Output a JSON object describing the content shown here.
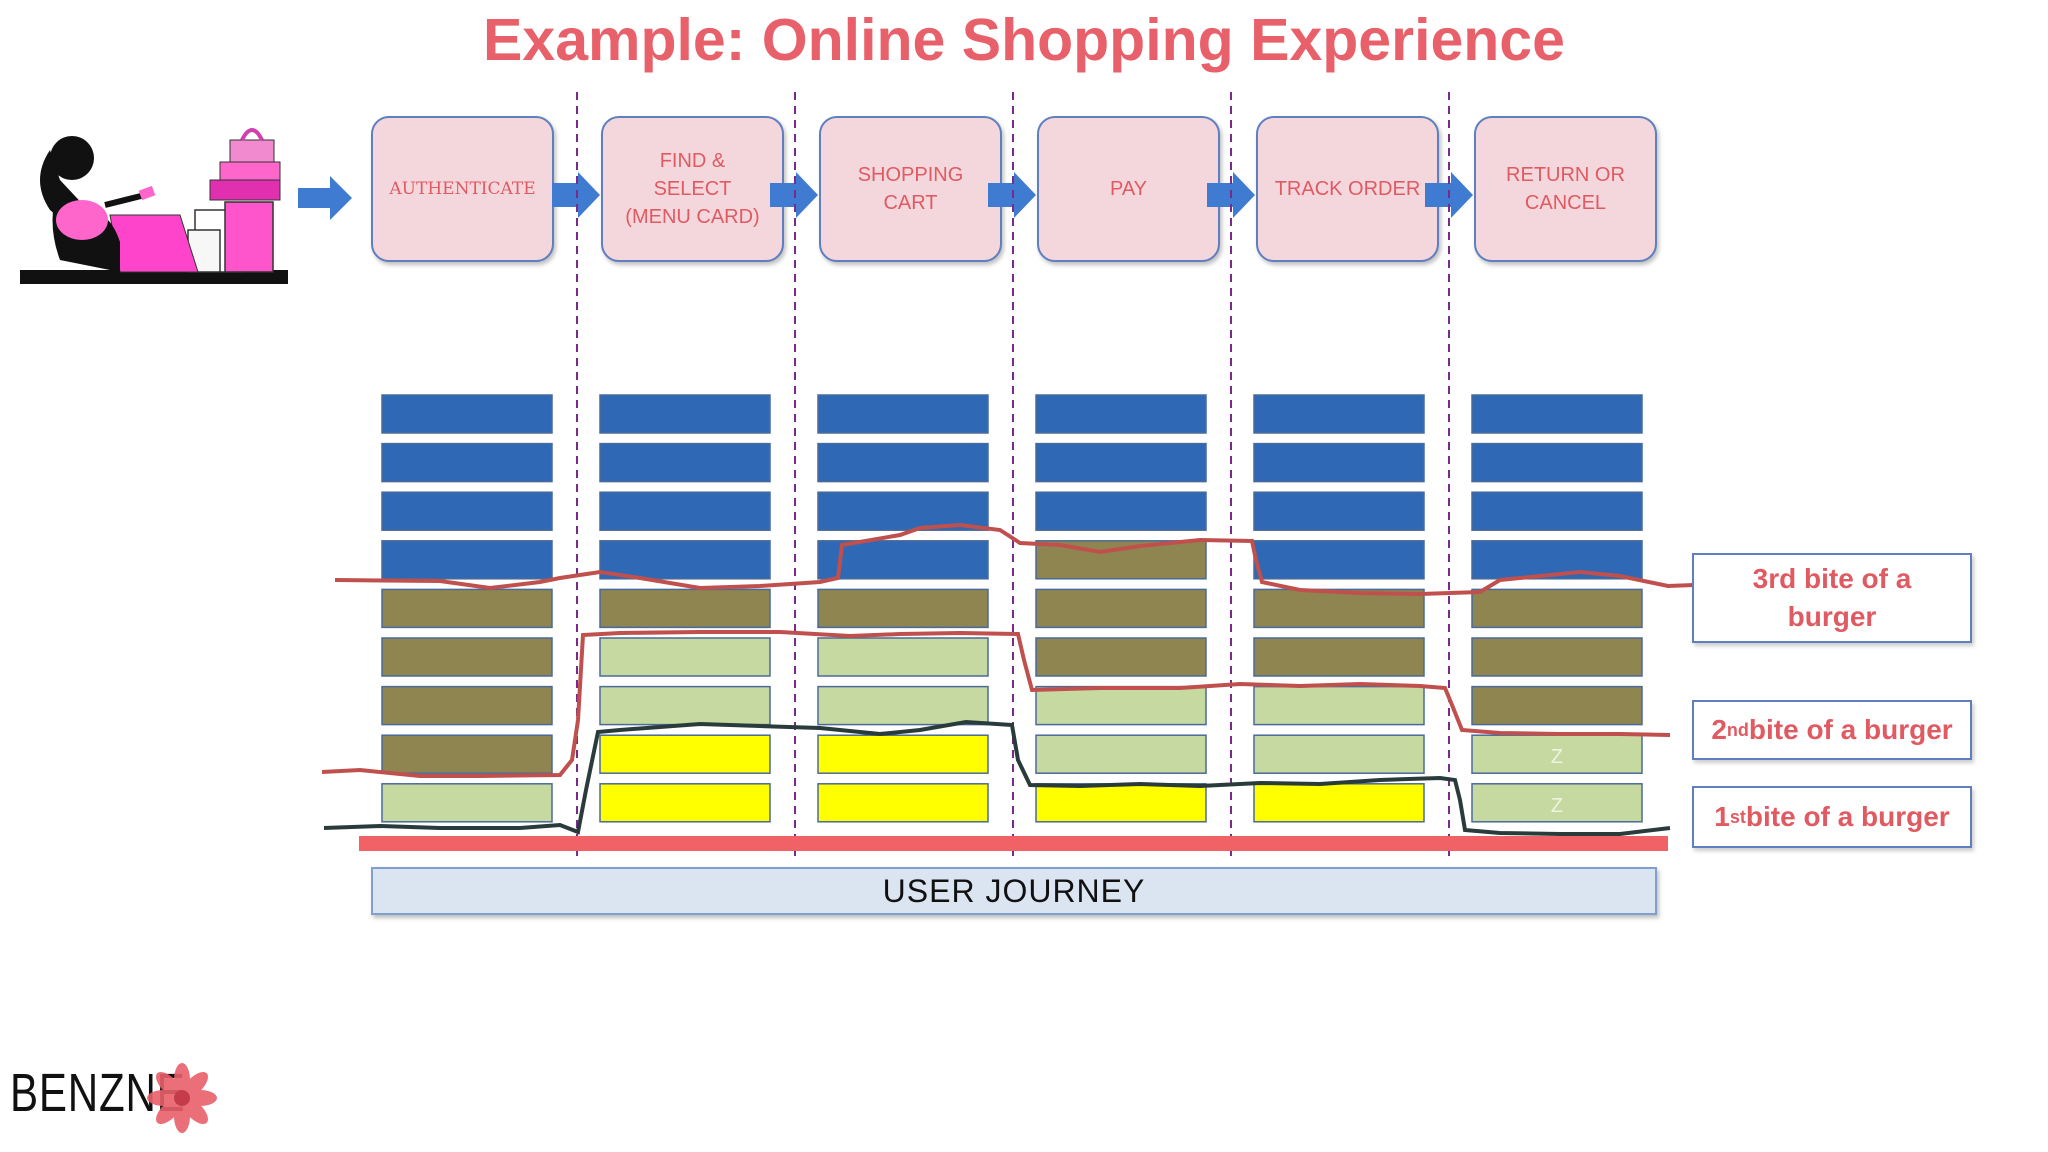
{
  "title": "Example: Online Shopping Experience",
  "stages": [
    {
      "label": "AUTHENTICATE"
    },
    {
      "label": "FIND &\nSELECT\n(MENU CARD)"
    },
    {
      "label": "SHOPPING\nCART"
    },
    {
      "label": "PAY"
    },
    {
      "label": "TRACK ORDER"
    },
    {
      "label": "RETURN OR\nCANCEL"
    }
  ],
  "bars": [
    [
      "blue",
      "blue",
      "blue",
      "blue",
      "olive",
      "olive",
      "olive",
      "olive",
      "lightgreen"
    ],
    [
      "blue",
      "blue",
      "blue",
      "blue",
      "olive",
      "lightgreen",
      "lightgreen",
      "yellow",
      "yellow"
    ],
    [
      "blue",
      "blue",
      "blue",
      "blue",
      "olive",
      "lightgreen",
      "lightgreen",
      "yellow",
      "yellow"
    ],
    [
      "blue",
      "blue",
      "blue",
      "olive",
      "olive",
      "olive",
      "lightgreen",
      "lightgreen",
      "yellow"
    ],
    [
      "blue",
      "blue",
      "blue",
      "blue",
      "olive",
      "olive",
      "lightgreen",
      "lightgreen",
      "yellow"
    ],
    [
      "blue",
      "blue",
      "blue",
      "blue",
      "olive",
      "olive",
      "olive",
      "lightgreen",
      "lightgreen"
    ]
  ],
  "bar_marks": [
    "Z",
    "Z"
  ],
  "journey_label": "USER JOURNEY",
  "bites": [
    {
      "text": "3rd bite of a\nburger"
    },
    {
      "ordinal": "2",
      "sup": "nd",
      "rest": " bite of a burger"
    },
    {
      "ordinal": "1",
      "sup": "st",
      "rest": " bite of a burger"
    }
  ],
  "logo": {
    "text": "BENZNE"
  },
  "colors": {
    "title": "#e8606a",
    "blue": "#2f68b5",
    "olive": "#8f8550",
    "lightgreen": "#c6d9a0",
    "yellow": "#ffff00",
    "red_line": "#c0504d",
    "dark_line": "#2a3b3b",
    "baseline": "#f06266",
    "divider": "#7a2a8a",
    "arrow": "#3f7bd0"
  }
}
